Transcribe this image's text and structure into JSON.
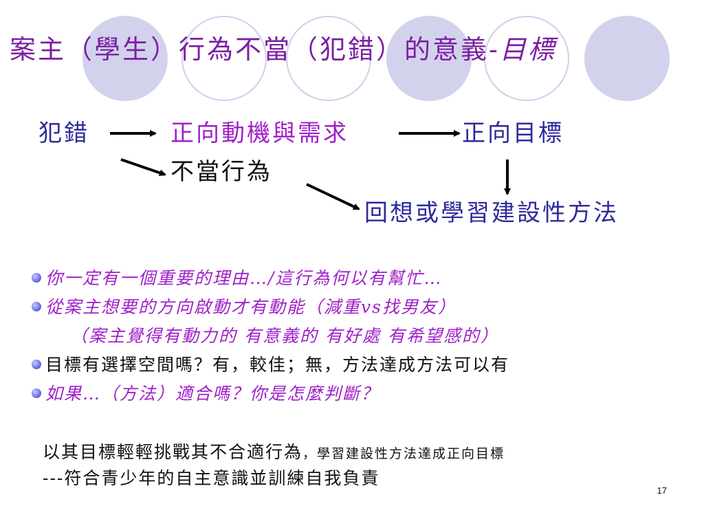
{
  "title": {
    "main": "案主（學生）行為不當（犯錯）的意義",
    "dash": "-",
    "emphasis": "目標"
  },
  "flow": {
    "mistake": "犯錯",
    "positive_motive": "正向動機與需求",
    "positive_goal": "正向目標",
    "improper_behavior": "不當行為",
    "recall_method": "回想或學習建設性方法"
  },
  "bullets": [
    "你一定有一個重要的理由…/這行為何以有幫忙…",
    "從案主想要的方向啟動才有動能（減重vs找男友）",
    "（案主覺得有動力的 有意義的 有好處 有希望感的）",
    "目標有選擇空間嗎？有，較佳；無，方法達成方法可以有",
    "如果…（方法）適合嗎？你是怎麼判斷？"
  ],
  "conclusion": {
    "line1_main": "以其目標輕輕挑戰其不合適行為",
    "line1_small": "，學習建設性方法達成正向目標",
    "line2": "---符合青少年的自主意識並訓練自我負責"
  },
  "page_number": "17",
  "colors": {
    "title": "#7b1fa2",
    "blue": "#2c2a9c",
    "magenta": "#a020c8",
    "circle_fill": "#d2d2ec",
    "circle_ring": "#cfcfea"
  }
}
